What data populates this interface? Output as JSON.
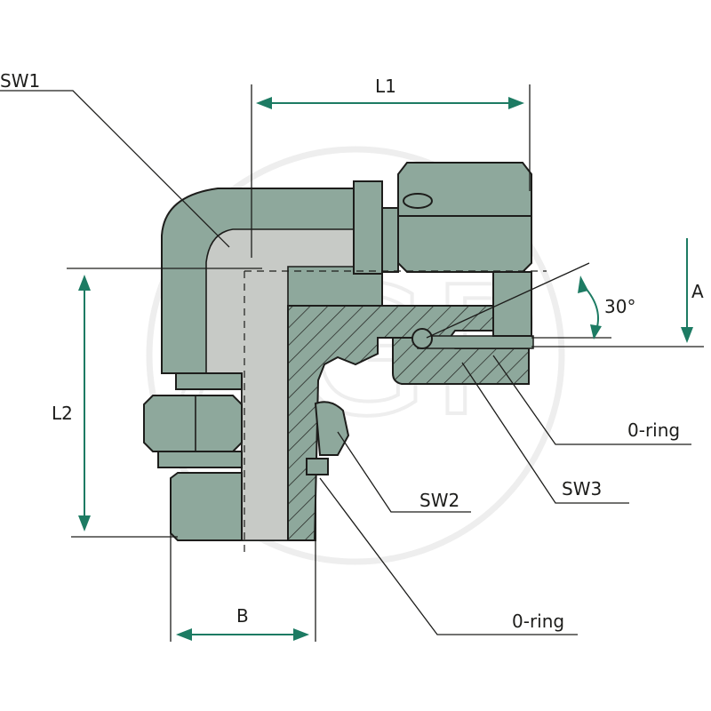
{
  "diagram": {
    "watermark": "AGP",
    "labels": {
      "sw1": "SW1",
      "l1": "L1",
      "l2": "L2",
      "a": "A",
      "angle": "30°",
      "oring_right": "0-ring",
      "sw3": "SW3",
      "sw2": "SW2",
      "b": "B",
      "oring_bottom": "0-ring"
    },
    "colors": {
      "steel": "#8ea89c",
      "steel_light": "#c7cac6",
      "steel_dark": "#6f8b80",
      "outline": "#1d1d1b",
      "dimension": "#1d7b63",
      "watermark": "#eeeeee"
    }
  }
}
